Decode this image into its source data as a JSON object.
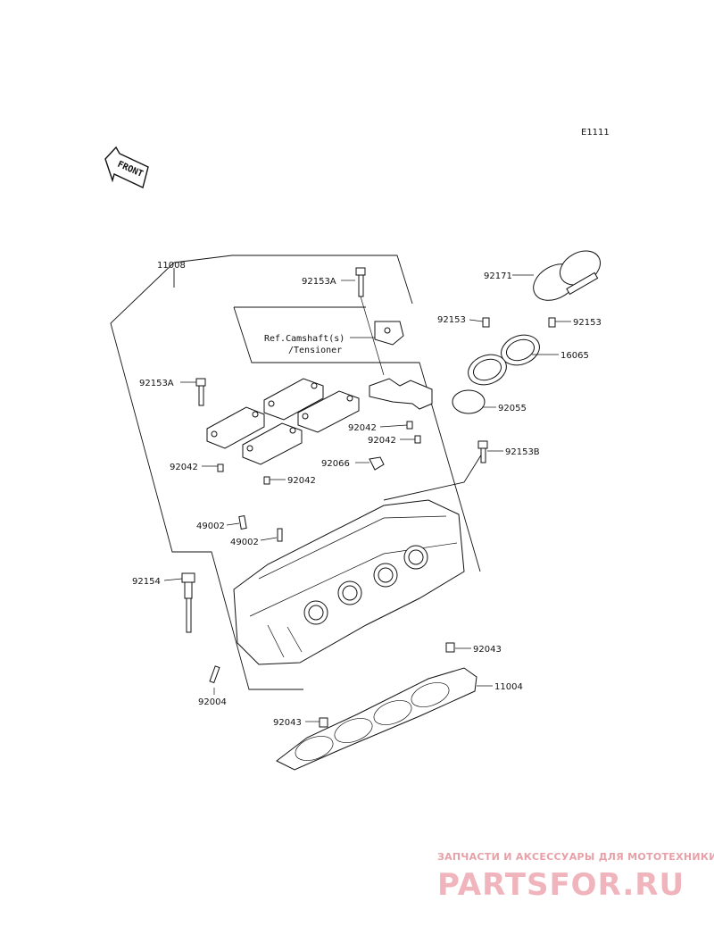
{
  "diagram_code": "E1111",
  "front_label": "FRONT",
  "reference_note": {
    "line1": "Ref.Camshaft(s)",
    "line2": "/Tensioner"
  },
  "part_labels": {
    "p11008": "11008",
    "p92153A_top": "92153A",
    "p92153A_left": "92153A",
    "p92171": "92171",
    "p92153_a": "92153",
    "p92153_b": "92153",
    "p16065": "16065",
    "p92055": "92055",
    "p92153B": "92153B",
    "p92042_a": "92042",
    "p92042_b": "92042",
    "p92042_c": "92042",
    "p92042_d": "92042",
    "p92066": "92066",
    "p49002_a": "49002",
    "p49002_b": "49002",
    "p92154": "92154",
    "p92043_a": "92043",
    "p92043_b": "92043",
    "p11004": "11004",
    "p92004": "92004"
  },
  "watermark": {
    "tagline": "ЗАПЧАСТИ И АКСЕССУАРЫ ДЛЯ МОТОТЕХНИКИ",
    "brand": "PARTSFOR.RU"
  }
}
